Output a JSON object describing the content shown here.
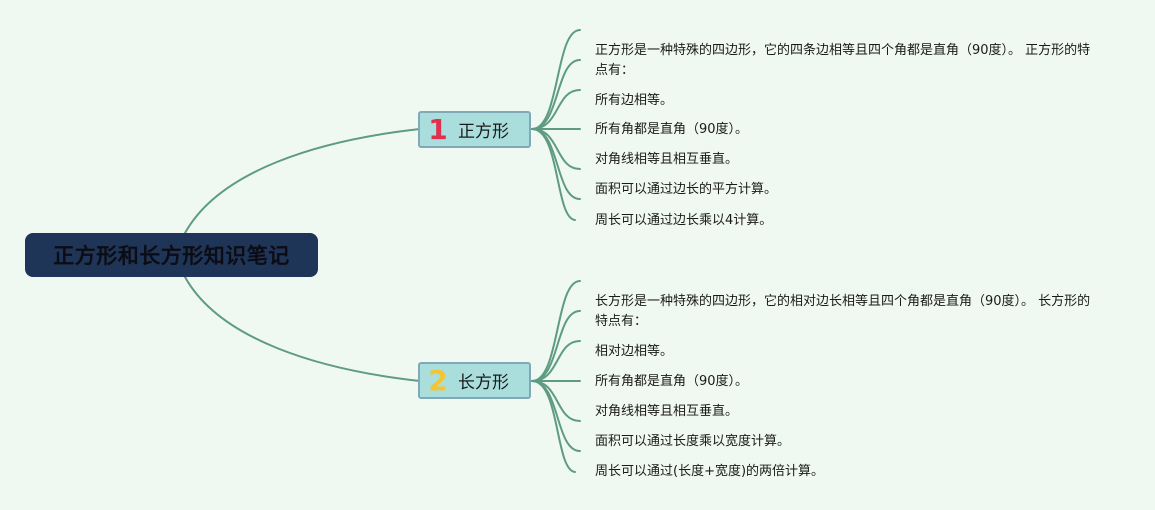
{
  "root": {
    "title": "正方形和长方形知识笔记"
  },
  "branches": [
    {
      "number": "1",
      "label": "正方形",
      "items": [
        "正方形是一种特殊的四边形，它的四条边相等且四个角都是直角（90度）。 正方形的特点有：",
        "所有边相等。",
        "所有角都是直角（90度）。",
        "对角线相等且相互垂直。",
        "面积可以通过边长的平方计算。",
        "周长可以通过边长乘以4计算。"
      ]
    },
    {
      "number": "2",
      "label": "长方形",
      "items": [
        "长方形是一种特殊的四边形，它的相对边长相等且四个角都是直角（90度）。 长方形的特点有：",
        "相对边相等。",
        "所有角都是直角（90度）。",
        "对角线相等且相互垂直。",
        "面积可以通过长度乘以宽度计算。",
        "周长可以通过(长度+宽度)的两倍计算。"
      ]
    }
  ],
  "colors": {
    "background": "#f0f9f1",
    "root_fill": "#1f3557",
    "branch_fill": "#a9dedd",
    "branch_border": "#7fa9b6",
    "connector": "#5e9b84",
    "number_1": "#e0304e",
    "number_2": "#f2c531"
  }
}
